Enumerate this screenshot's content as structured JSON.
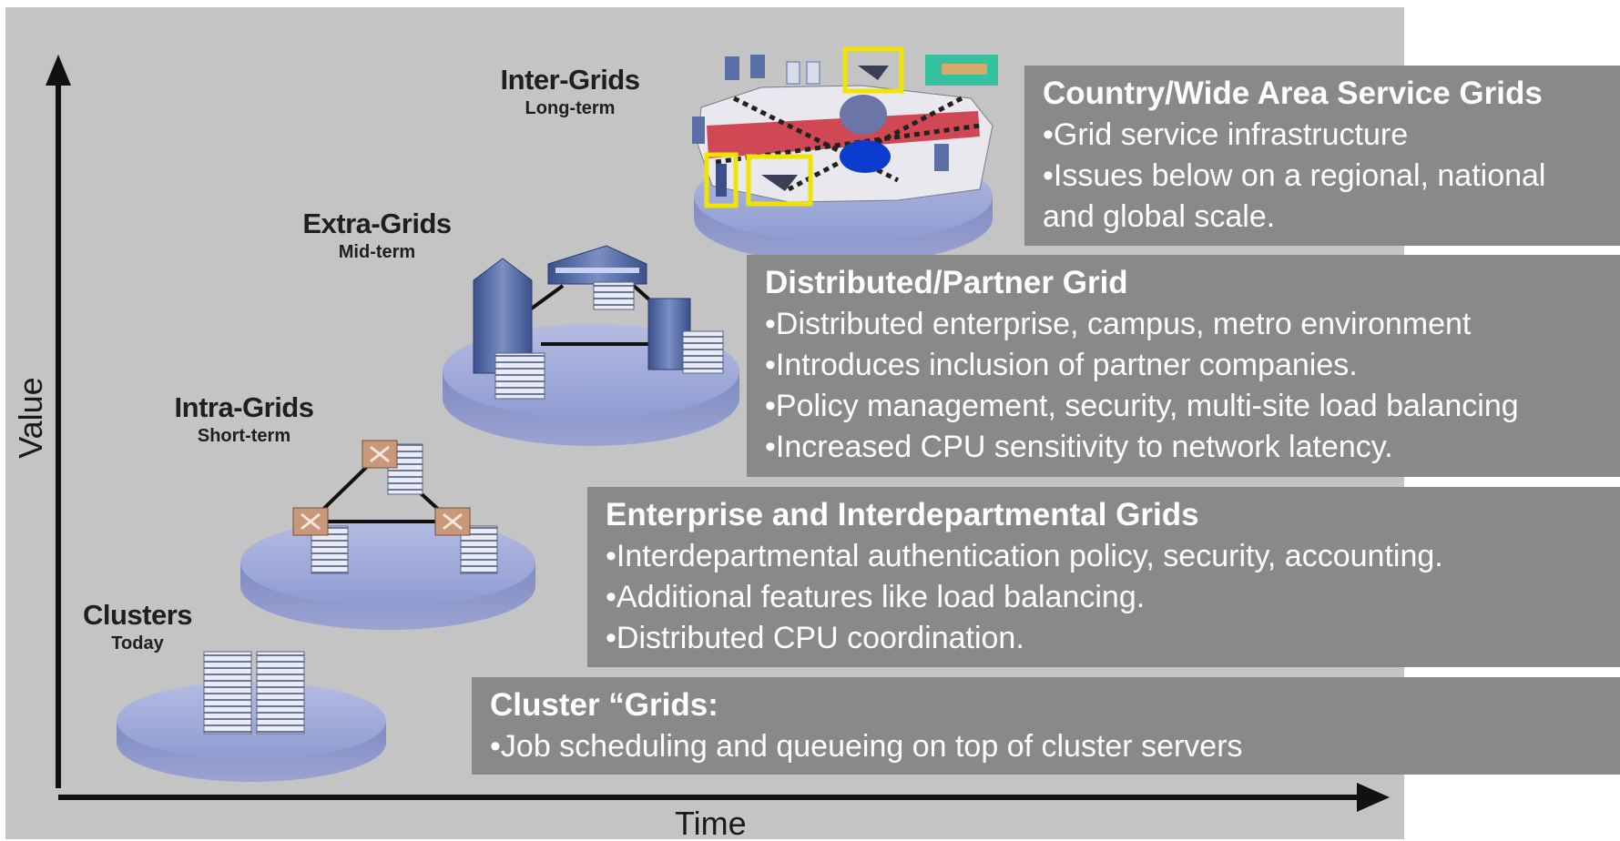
{
  "axes": {
    "y_label": "Value",
    "x_label": "Time"
  },
  "stages": [
    {
      "title": "Clusters",
      "subtitle": "Today"
    },
    {
      "title": "Intra-Grids",
      "subtitle": "Short-term"
    },
    {
      "title": "Extra-Grids",
      "subtitle": "Mid-term"
    },
    {
      "title": "Inter-Grids",
      "subtitle": "Long-term"
    }
  ],
  "boxes": {
    "country": {
      "title": "Country/Wide Area Service Grids",
      "lines": [
        "•Grid service infrastructure",
        "•Issues below on a regional, national and global scale."
      ]
    },
    "distributed": {
      "title": "Distributed/Partner Grid",
      "lines": [
        "•Distributed enterprise, campus, metro environment",
        "•Introduces inclusion of partner companies.",
        "•Policy management, security, multi-site load balancing",
        "•Increased CPU sensitivity to network latency."
      ]
    },
    "enterprise": {
      "title": "Enterprise and Interdepartmental Grids",
      "lines": [
        "•Interdepartmental authentication policy, security, accounting.",
        "•Additional features like load balancing.",
        "•Distributed CPU coordination."
      ]
    },
    "cluster": {
      "title": "Cluster “Grids:",
      "lines": [
        "•Job scheduling and queueing on top of cluster servers"
      ]
    }
  },
  "colors": {
    "panel_background": "#c4c4c4",
    "box_fill": "#898989",
    "box_text": "#ffffff",
    "platform_fill": "#8e98cc",
    "axis": "#111111"
  }
}
